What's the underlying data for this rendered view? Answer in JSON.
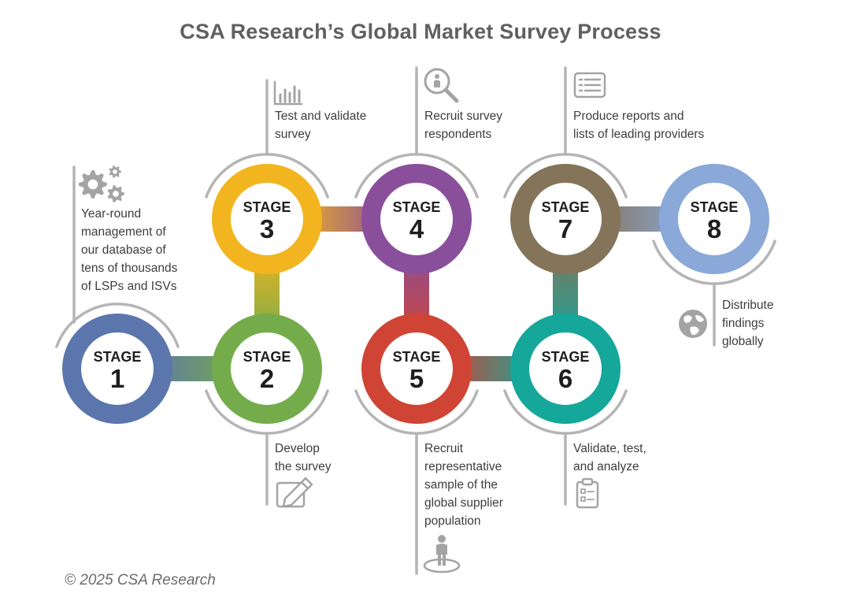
{
  "title": "CSA Research’s Global Market Survey Process",
  "copyright": "© 2025 CSA Research",
  "stages": [
    {
      "label": "STAGE",
      "number": "1",
      "color": "#5b76ad",
      "desc": "Year-round\nmanagement of\nour database of\ntens of thousands\nof LSPs and ISVs",
      "icon": "gears-icon"
    },
    {
      "label": "STAGE",
      "number": "2",
      "color": "#74ac4c",
      "desc": "Develop\nthe survey",
      "icon": "edit-form-icon"
    },
    {
      "label": "STAGE",
      "number": "3",
      "color": "#f2b51f",
      "desc": "Test and validate\nsurvey",
      "icon": "bar-chart-icon"
    },
    {
      "label": "STAGE",
      "number": "4",
      "color": "#8a4f9b",
      "desc": "Recruit survey\nrespondents",
      "icon": "search-person-icon"
    },
    {
      "label": "STAGE",
      "number": "5",
      "color": "#cf4435",
      "desc": "Recruit\nrepresentative\nsample of the\nglobal supplier\npopulation",
      "icon": "person-target-icon"
    },
    {
      "label": "STAGE",
      "number": "6",
      "color": "#15a79a",
      "desc": "Validate, test,\nand analyze",
      "icon": "clipboard-icon"
    },
    {
      "label": "STAGE",
      "number": "7",
      "color": "#847459",
      "desc": "Produce reports and\nlists of leading providers",
      "icon": "report-list-icon"
    },
    {
      "label": "STAGE",
      "number": "8",
      "color": "#8aa8d8",
      "desc": "Distribute\nfindings\nglobally",
      "icon": "globe-icon"
    }
  ]
}
